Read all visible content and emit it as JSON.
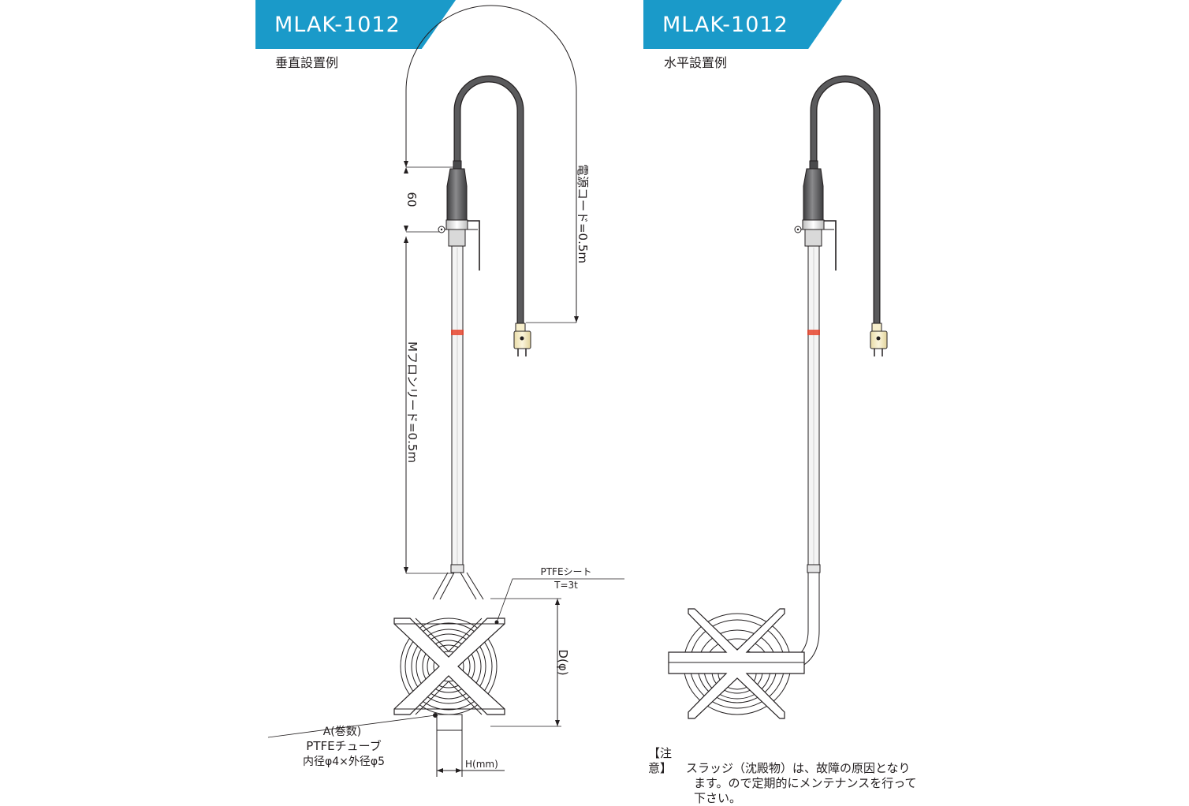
{
  "left_panel": {
    "model": "MLAK-1012",
    "caption": "垂直設置例",
    "dim_60": "60",
    "power_cord_label": "電源コード=0.5m",
    "lead_label": "Mフロンリード=0.5m",
    "ptfe_sheet_label": "PTFEシート",
    "ptfe_sheet_thickness": "T=3t",
    "diameter_label": "D(φ)",
    "turns_label": "A(巻数)",
    "tube_label": "PTFEチューブ",
    "tube_size_label": "内径φ4×外径φ5",
    "height_label": "H(mm)"
  },
  "right_panel": {
    "model": "MLAK-1012",
    "caption": "水平設置例"
  },
  "note": {
    "label": "【注意】",
    "line1": "スラッジ（沈殿物）は、故障の原因となり",
    "line2": "ます。ので定期的にメンテナンスを行って",
    "line3": "下さい。"
  },
  "colors": {
    "title_band": "#1a9ac9",
    "cord": "#5a5a5c",
    "marker": "#e8452e"
  }
}
